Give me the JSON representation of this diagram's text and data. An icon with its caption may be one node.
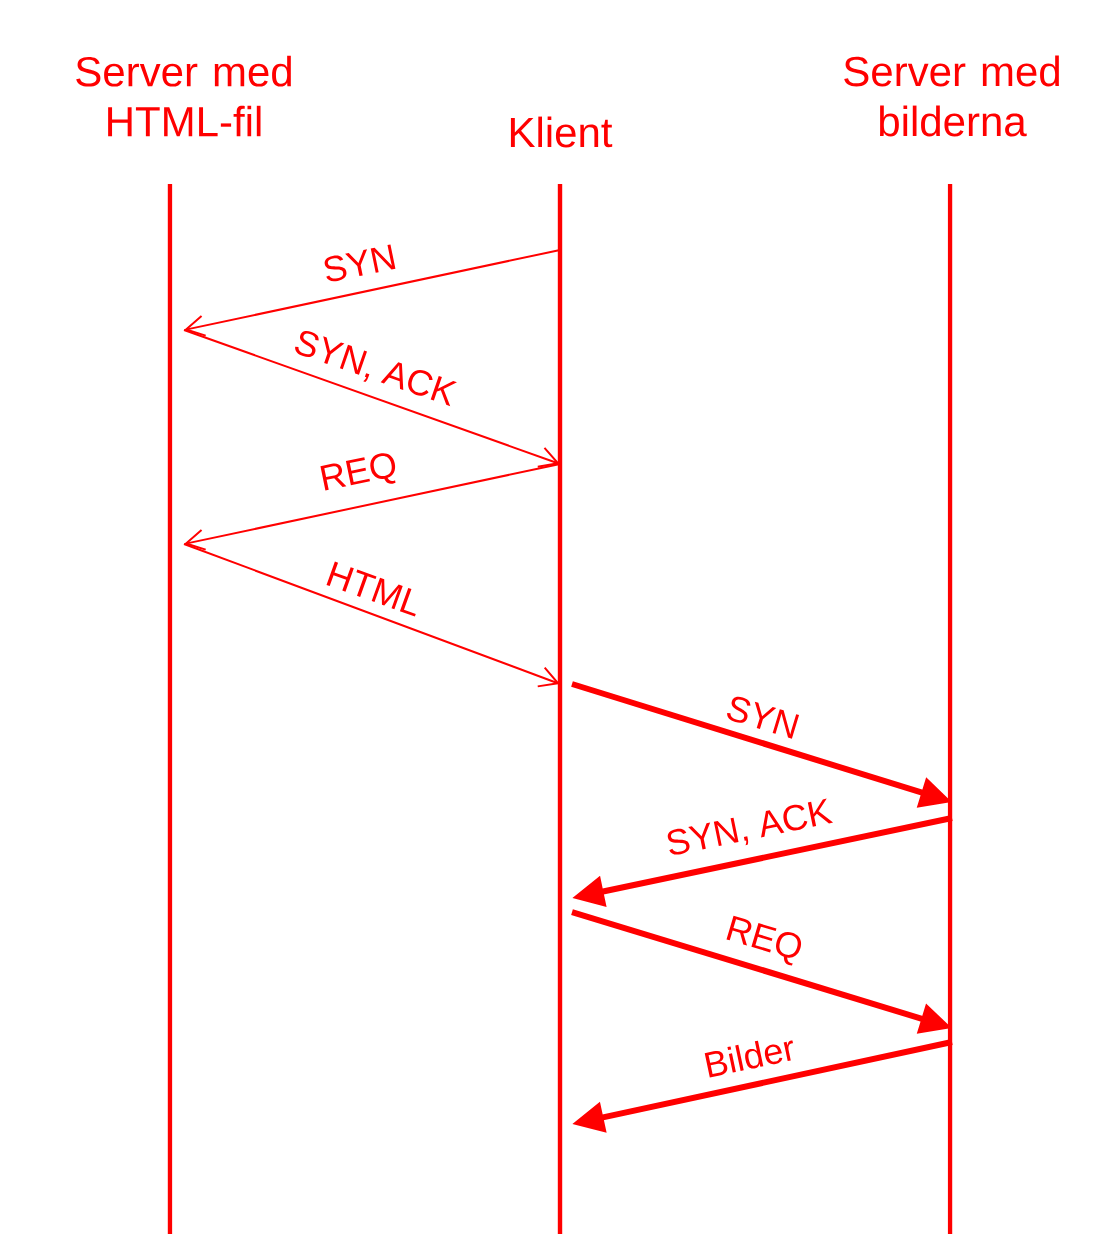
{
  "diagram": {
    "nodes": [
      {
        "text": [
          "Server med HTML-fil"
        ]
      },
      {
        "text": [
          "Klient"
        ]
      },
      {
        "text": [
          "Server med bilderna"
        ]
      }
    ],
    "edges": [
      {
        "from": 1,
        "to": 0,
        "arrow": "to",
        "label": "SYN"
      },
      {
        "from": 0,
        "to": 1,
        "arrow": "to",
        "label": "SYN, ACK"
      },
      {
        "from": 1,
        "to": 0,
        "arrow": "to",
        "label": "REQ"
      },
      {
        "from": 0,
        "to": 1,
        "arrow": "to",
        "label": "HTML"
      },
      {
        "from": 1,
        "to": 2,
        "arrow": "to",
        "label": "SYN",
        "style": "thick"
      },
      {
        "from": 2,
        "to": 1,
        "arrow": "to",
        "label": "SYN, ACK",
        "style": "thick"
      },
      {
        "from": 1,
        "to": 2,
        "arrow": "to",
        "label": "REQ",
        "style": "thick"
      },
      {
        "from": 2,
        "to": 1,
        "arrow": "to",
        "label": "Bilder",
        "style": "thick"
      }
    ]
  }
}
